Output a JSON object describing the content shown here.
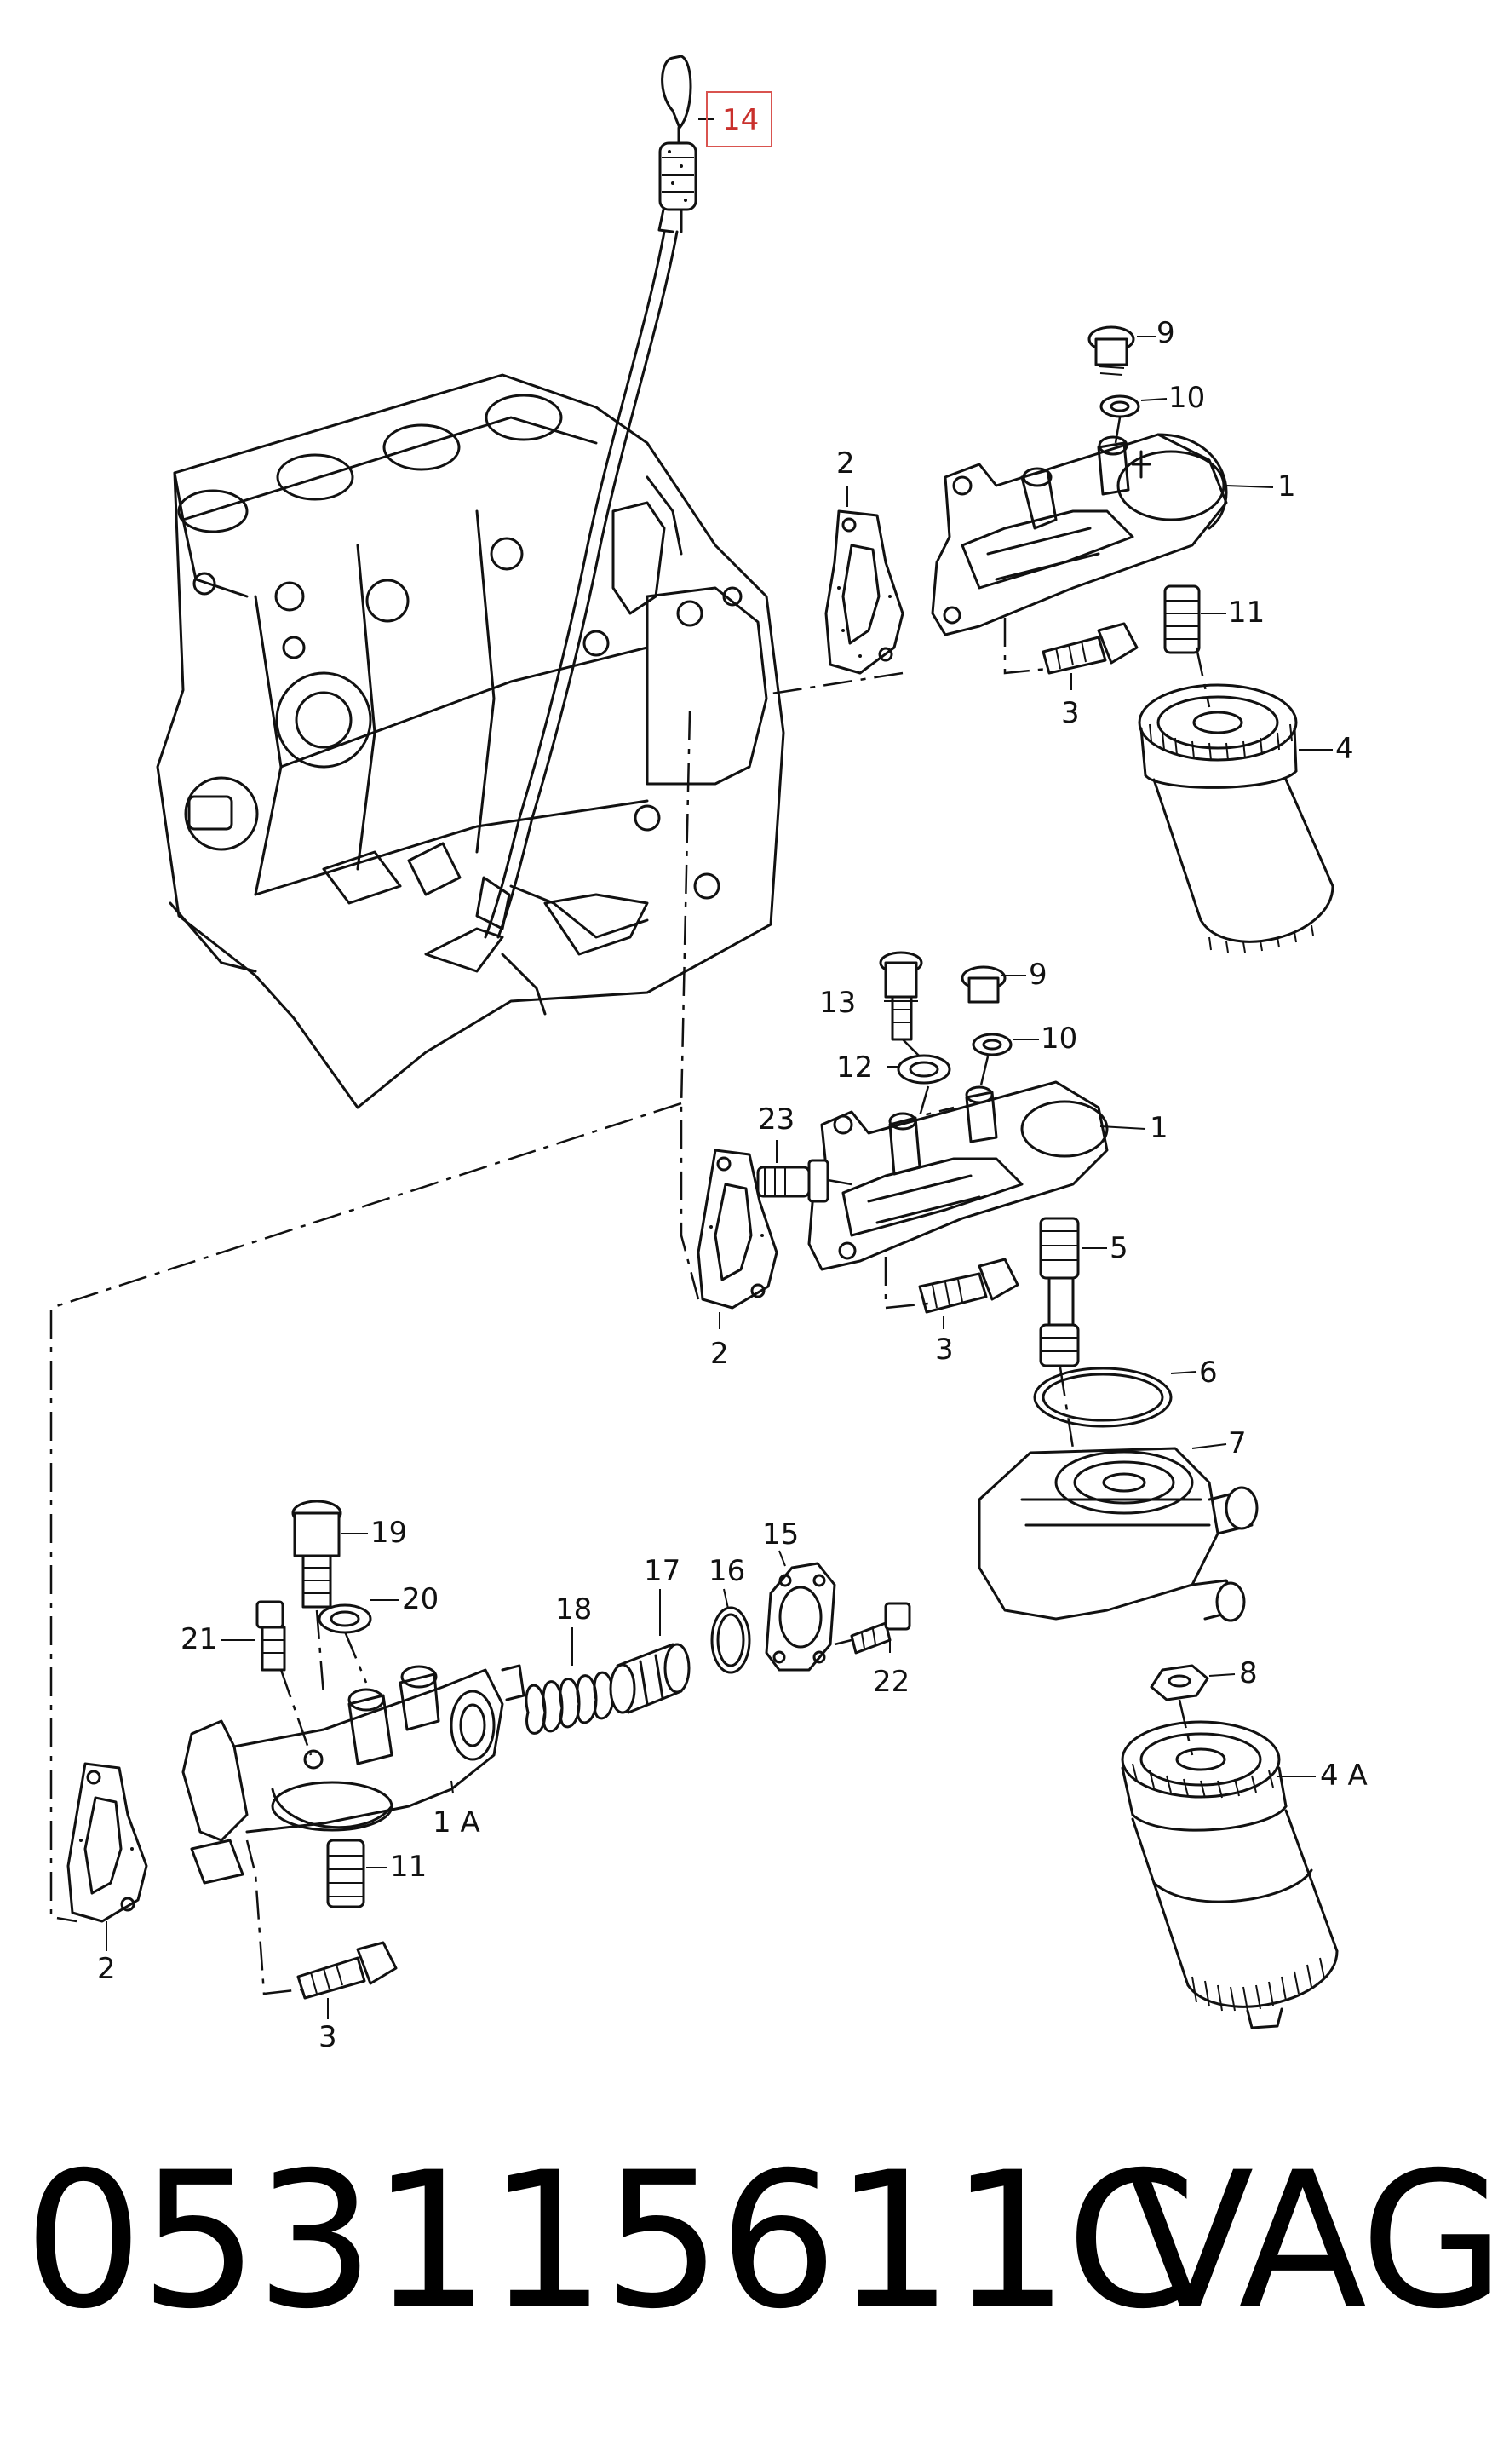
{
  "callouts": {
    "c1": "1",
    "c2": "2",
    "c3": "3",
    "c4": "4",
    "c4a": "4 A",
    "c5": "5",
    "c6": "6",
    "c7": "7",
    "c8": "8",
    "c9": "9",
    "c10": "10",
    "c11": "11",
    "c12": "12",
    "c13": "13",
    "c14": "14",
    "c15": "15",
    "c16": "16",
    "c17": "17",
    "c18": "18",
    "c19": "19",
    "c20": "20",
    "c21": "21",
    "c22": "22",
    "c23": "23",
    "c1a": "1 A"
  },
  "highlight_color": "#d9534f",
  "footer": {
    "part_number": "053115611C",
    "brand": "VAG"
  }
}
